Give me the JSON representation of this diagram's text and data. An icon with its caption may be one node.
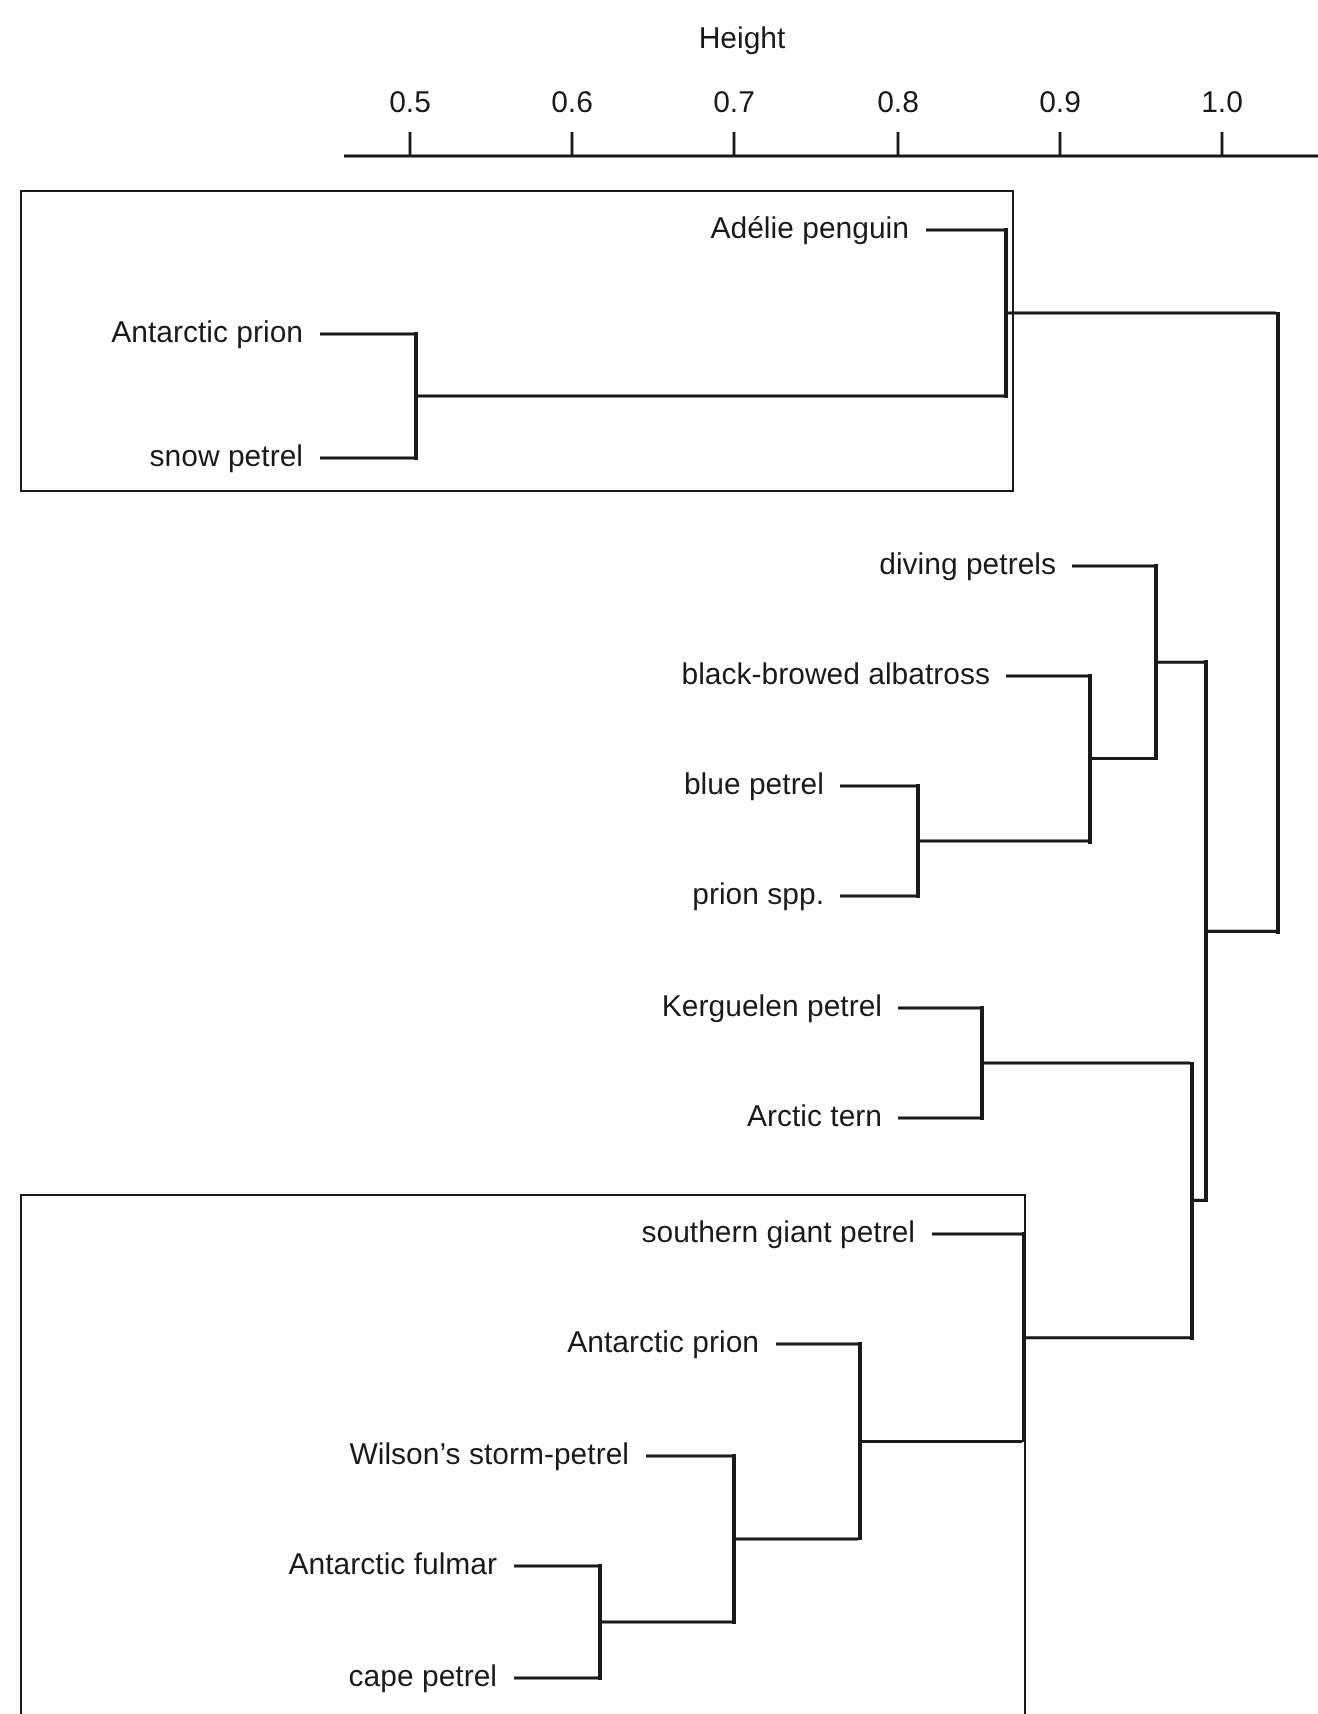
{
  "diagram": {
    "nodes": [
      {
        "text": [],
        "shape": "box"
      },
      {
        "text": [
          "Adélie penguin"
        ],
        "in": 0
      },
      {
        "text": [
          "Antarctic prion"
        ],
        "in": 0
      },
      {
        "text": [
          "snow petrel"
        ],
        "in": 0
      },
      {
        "text": [
          "diving petrels"
        ]
      },
      {
        "text": [
          "black-browed albatross"
        ]
      },
      {
        "text": [
          "blue petrel"
        ]
      },
      {
        "text": [
          "prion spp."
        ]
      },
      {
        "text": [
          "Kerguelen petrel"
        ]
      },
      {
        "text": [
          "Arctic tern"
        ]
      },
      {
        "text": [],
        "shape": "box"
      },
      {
        "text": [
          "southern giant petrel"
        ],
        "in": 10
      },
      {
        "text": [
          "Antarctic prion"
        ],
        "in": 10
      },
      {
        "text": [
          "Wilson’s storm-petrel"
        ],
        "in": 10
      },
      {
        "text": [
          "Antarctic fulmar"
        ],
        "in": 10
      },
      {
        "text": [
          "cape petrel"
        ],
        "in": 10
      },
      {
        "text": [],
        "shape": "bar",
        "in": 0
      },
      {
        "text": [],
        "shape": "bar",
        "in": 10
      },
      {
        "text": [],
        "shape": "bar",
        "in": 10
      },
      {
        "text": [],
        "shape": "bar",
        "in": 10
      },
      {
        "text": [],
        "shape": "bar"
      },
      {
        "text": [],
        "shape": "bar"
      },
      {
        "text": [],
        "shape": "bar",
        "in": 0
      },
      {
        "text": [],
        "shape": "bar",
        "in": 10
      },
      {
        "text": [],
        "shape": "bar"
      },
      {
        "text": [],
        "shape": "bar"
      },
      {
        "text": [],
        "shape": "bar"
      },
      {
        "text": [],
        "shape": "bar"
      },
      {
        "text": [],
        "shape": "bar"
      }
    ],
    "edges": [
      {
        "from": 2,
        "to": 16,
        "arrow": "none"
      },
      {
        "from": 3,
        "to": 16,
        "arrow": "none"
      },
      {
        "from": 1,
        "to": 22,
        "arrow": "none"
      },
      {
        "from": 16,
        "to": 22,
        "arrow": "none"
      },
      {
        "from": 22,
        "to": 28,
        "arrow": "none"
      },
      {
        "from": 27,
        "to": 28,
        "arrow": "none"
      },
      {
        "from": 25,
        "to": 27,
        "arrow": "none"
      },
      {
        "from": 26,
        "to": 27,
        "arrow": "none"
      },
      {
        "from": 4,
        "to": 25,
        "arrow": "none"
      },
      {
        "from": 24,
        "to": 25,
        "arrow": "none"
      },
      {
        "from": 5,
        "to": 24,
        "arrow": "none"
      },
      {
        "from": 20,
        "to": 24,
        "arrow": "none"
      },
      {
        "from": 6,
        "to": 20,
        "arrow": "none"
      },
      {
        "from": 7,
        "to": 20,
        "arrow": "none"
      },
      {
        "from": 21,
        "to": 26,
        "arrow": "none"
      },
      {
        "from": 23,
        "to": 26,
        "arrow": "none"
      },
      {
        "from": 8,
        "to": 21,
        "arrow": "none"
      },
      {
        "from": 9,
        "to": 21,
        "arrow": "none"
      },
      {
        "from": 11,
        "to": 23,
        "arrow": "none"
      },
      {
        "from": 19,
        "to": 23,
        "arrow": "none"
      },
      {
        "from": 12,
        "to": 19,
        "arrow": "none"
      },
      {
        "from": 18,
        "to": 19,
        "arrow": "none"
      },
      {
        "from": 13,
        "to": 18,
        "arrow": "none"
      },
      {
        "from": 17,
        "to": 18,
        "arrow": "none"
      },
      {
        "from": 14,
        "to": 17,
        "arrow": "none"
      },
      {
        "from": 15,
        "to": 17,
        "arrow": "none"
      }
    ],
    "labels": [
      "Height",
      "0.5",
      "0.6",
      "0.7",
      "0.8",
      "0.9",
      "1.0"
    ]
  }
}
